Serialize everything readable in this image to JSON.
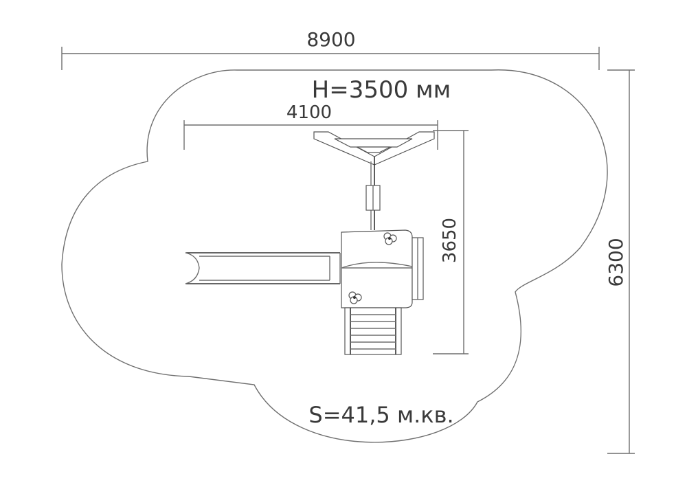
{
  "dimensions": {
    "overall_width": "8900",
    "overall_depth": "6300",
    "equipment_width": "4100",
    "equipment_depth": "3650"
  },
  "height_label": "H=3500 мм",
  "area_label": "S=41,5 м.кв.",
  "colors": {
    "outline": "#6f6f6f",
    "text": "#3a3a3a",
    "background": "#ffffff"
  }
}
